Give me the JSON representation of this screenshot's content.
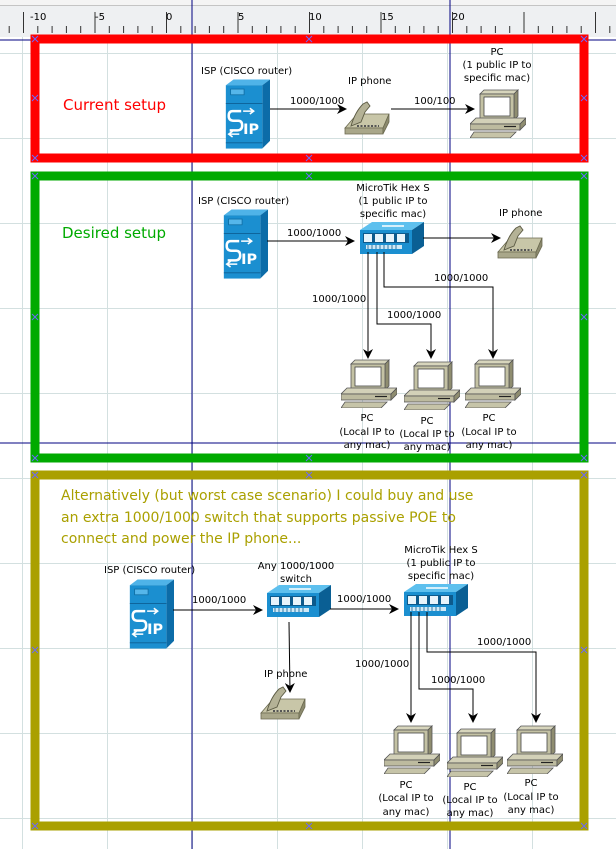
{
  "ruler": {
    "ticks": [
      "-10",
      "-5",
      "0",
      "5",
      "10",
      "15",
      "20"
    ]
  },
  "sections": [
    {
      "title": "Current setup",
      "color": "#ff0000",
      "nodes": {
        "isp": "ISP (CISCO router)",
        "phone": "IP phone",
        "pc_line1": "PC",
        "pc_line2": "(1 public IP to",
        "pc_line3": "specific mac)"
      },
      "links": [
        "1000/1000",
        "100/100"
      ]
    },
    {
      "title": "Desired setup",
      "color": "#00aa00",
      "nodes": {
        "isp": "ISP (CISCO router)",
        "router_line1": "MicroTik Hex S",
        "router_line2": "(1 public IP to",
        "router_line3": "specific mac)",
        "phone": "IP phone",
        "pcs": [
          {
            "line1": "PC",
            "line2": "(Local IP to",
            "line3": "any mac)"
          },
          {
            "line1": "PC",
            "line2": "(Local IP to",
            "line3": "any mac)"
          },
          {
            "line1": "PC",
            "line2": "(Local IP to",
            "line3": "any mac)"
          }
        ]
      },
      "links": [
        "1000/1000",
        "1000/1000",
        "1000/1000",
        "1000/1000"
      ]
    },
    {
      "title_lines": [
        "Alternatively (but worst case scenario) I could buy and use",
        "an extra 1000/1000 switch that supports passive POE to",
        "connect and power the IP phone..."
      ],
      "color": "#aaa000",
      "nodes": {
        "isp": "ISP (CISCO router)",
        "switch_line1": "Any 1000/1000",
        "switch_line2": "switch",
        "phone": "IP phone",
        "router_line1": "MicroTik Hex S",
        "router_line2": "(1 public IP to",
        "router_line3": "specific mac)",
        "pcs": [
          {
            "line1": "PC",
            "line2": "(Local IP to",
            "line3": "any mac)"
          },
          {
            "line1": "PC",
            "line2": "(Local IP to",
            "line3": "any mac)"
          },
          {
            "line1": "PC",
            "line2": "(Local IP to",
            "line3": "any mac)"
          }
        ]
      },
      "links": [
        "1000/1000",
        "1000/1000",
        "1000/1000",
        "1000/1000",
        "1000/1000"
      ]
    }
  ],
  "colors": {
    "guide": "#000080",
    "grid": "#d3e0e0",
    "device_blue": "#1b8fd0",
    "device_beige": "#bfbca0",
    "handle": "#6a6aff"
  }
}
